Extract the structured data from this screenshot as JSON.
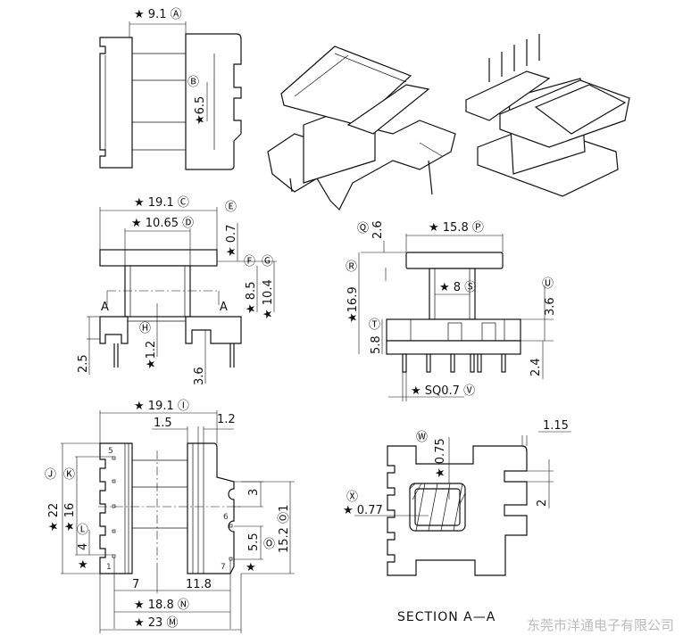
{
  "watermark": "东莞市洋通电子有限公司",
  "top_view": {
    "dim_a": "★ 9.1 Ⓐ",
    "dim_b_ref": "Ⓑ",
    "dim_b": "★6.5"
  },
  "front_view": {
    "dim_c": "★ 19.1 Ⓒ",
    "dim_d": "★ 10.65 Ⓓ",
    "dim_e_ref": "Ⓔ",
    "dim_e": "★ 0.7",
    "dim_f_ref": "Ⓕ",
    "dim_f": "★ 8.5",
    "dim_g_ref": "Ⓖ",
    "dim_g": "★ 10.4",
    "dim_h_ref": "Ⓗ",
    "dim_h": "★1.2",
    "dim_25": "2.5",
    "dim_36": "3.6",
    "section_mark_left": "A",
    "section_mark_right": "A"
  },
  "side_view": {
    "dim_q_ref": "Ⓠ",
    "dim_q": "2.6",
    "dim_p": "★ 15.8 Ⓟ",
    "dim_s": "★ 8 Ⓢ",
    "dim_r_ref": "Ⓡ",
    "dim_r": "★16.9",
    "dim_t_ref": "Ⓣ",
    "dim_t": "5.8",
    "dim_u_ref": "Ⓤ",
    "dim_u": "3.6",
    "dim_24": "2.4",
    "dim_v": "★ SQ0.7 Ⓥ"
  },
  "bottom_view": {
    "dim_i": "★ 19.1 Ⓘ",
    "dim_15": "1.5",
    "dim_12": "1.2",
    "dim_j_ref": "Ⓙ",
    "dim_j": "★ 22",
    "dim_k_ref": "Ⓚ",
    "dim_k": "★ 16",
    "dim_l_ref": "Ⓛ",
    "dim_l": "4",
    "star_l": "★",
    "dim_3": "3",
    "dim_o1": "15.2 Ⓞ1",
    "dim_55": "5.5",
    "dim_o_ref": "Ⓞ",
    "star_o": "★",
    "dim_7": "7",
    "dim_118": "11.8",
    "dim_n": "★ 18.8 Ⓝ",
    "dim_m": "★ 23 Ⓜ",
    "pins": [
      "5",
      "1",
      "6",
      "7"
    ]
  },
  "section": {
    "title": "SECTION A—A",
    "dim_w_ref": "Ⓦ",
    "dim_w": "★ 0.75",
    "dim_115": "1.15",
    "dim_2": "2",
    "dim_x_ref": "Ⓧ",
    "dim_x": "★ 0.77"
  }
}
